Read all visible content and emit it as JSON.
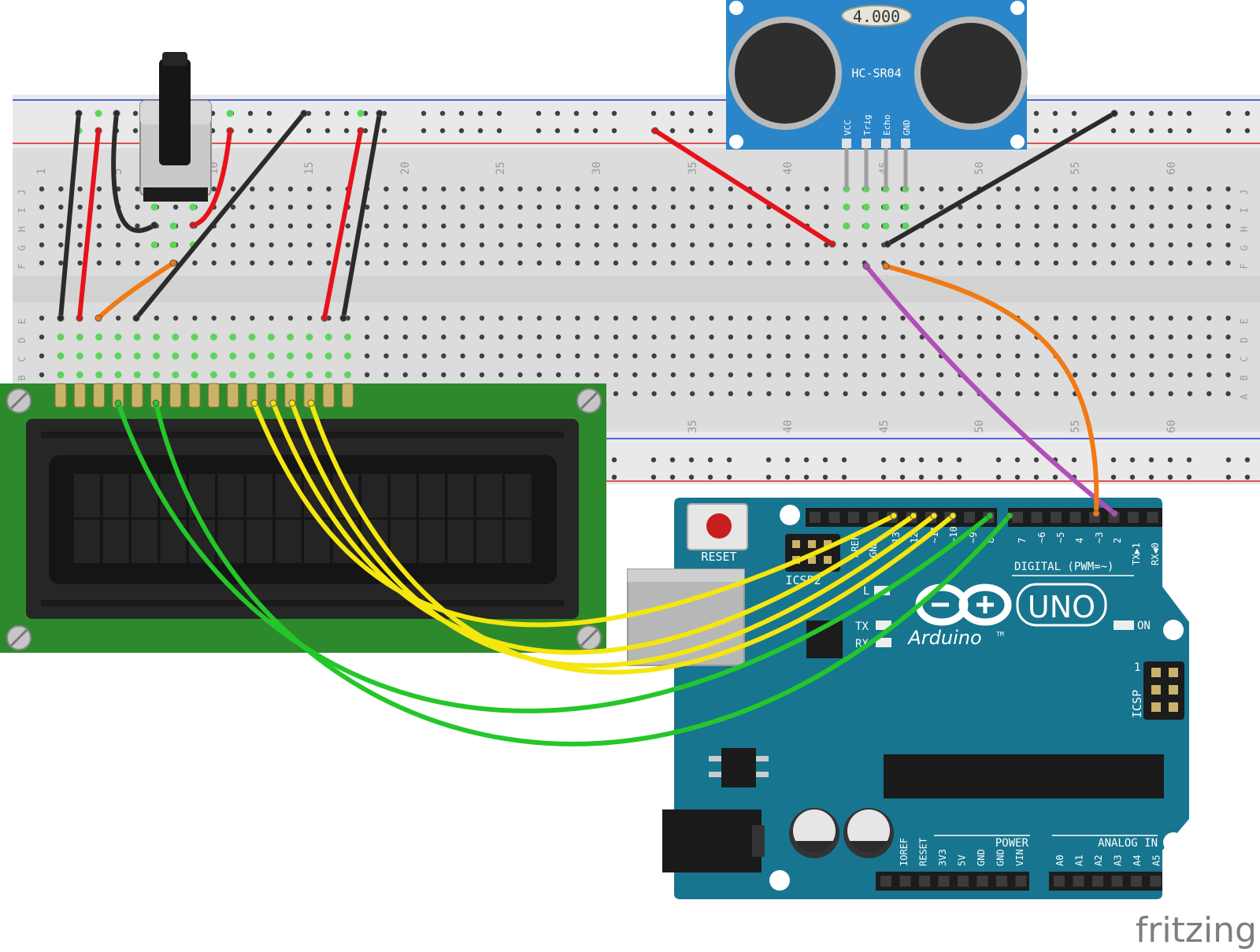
{
  "sensor": {
    "crystal": "4.000",
    "model": "HC-SR04",
    "pins": [
      "VCC",
      "Trig",
      "Echo",
      "GND"
    ]
  },
  "breadboard": {
    "column_numbers_top": [
      "1",
      "5",
      "10",
      "15",
      "20",
      "25",
      "30",
      "35",
      "40",
      "45",
      "50",
      "55",
      "60"
    ],
    "column_numbers_bottom": [
      "35",
      "40",
      "45",
      "50",
      "55",
      "60"
    ],
    "row_letters_top": [
      "J",
      "I",
      "H",
      "G",
      "F"
    ],
    "row_letters_bottom": [
      "E",
      "D",
      "C",
      "B",
      "A"
    ]
  },
  "arduino": {
    "reset_label": "RESET",
    "icsp2_label": "ICSP2",
    "icsp_label": "ICSP",
    "icsp_pin1": "1",
    "aref_label": "AREF",
    "gnd_label": "GND",
    "digital_pin_labels": [
      "13",
      "12",
      "~11",
      "~10",
      "~9",
      "8",
      "7",
      "~6",
      "~5",
      "4",
      "~3",
      "2",
      "TX▶1",
      "RX◀0"
    ],
    "digital_label": "DIGITAL (PWM=~)",
    "led_labels": [
      "L",
      "TX",
      "RX"
    ],
    "model": "UNO",
    "brand": "Arduino",
    "tm": "TM",
    "on_label": "ON",
    "power_label": "POWER",
    "power_pins": [
      "IOREF",
      "RESET",
      "3V3",
      "5V",
      "GND",
      "GND",
      "VIN"
    ],
    "analog_label": "ANALOG IN",
    "analog_pins": [
      "A0",
      "A1",
      "A2",
      "A3",
      "A4",
      "A5"
    ]
  },
  "watermark": "fritzing",
  "colors": {
    "wire_red": "#e8111a",
    "wire_black": "#2b2b2b",
    "wire_orange": "#f07a14",
    "wire_purple": "#b24fb7",
    "wire_yellow": "#f5e60e",
    "wire_green": "#24c62a",
    "arduino_blue": "#17758f",
    "lcd_green": "#2d8a2c",
    "sensor_blue": "#2a86c8"
  }
}
